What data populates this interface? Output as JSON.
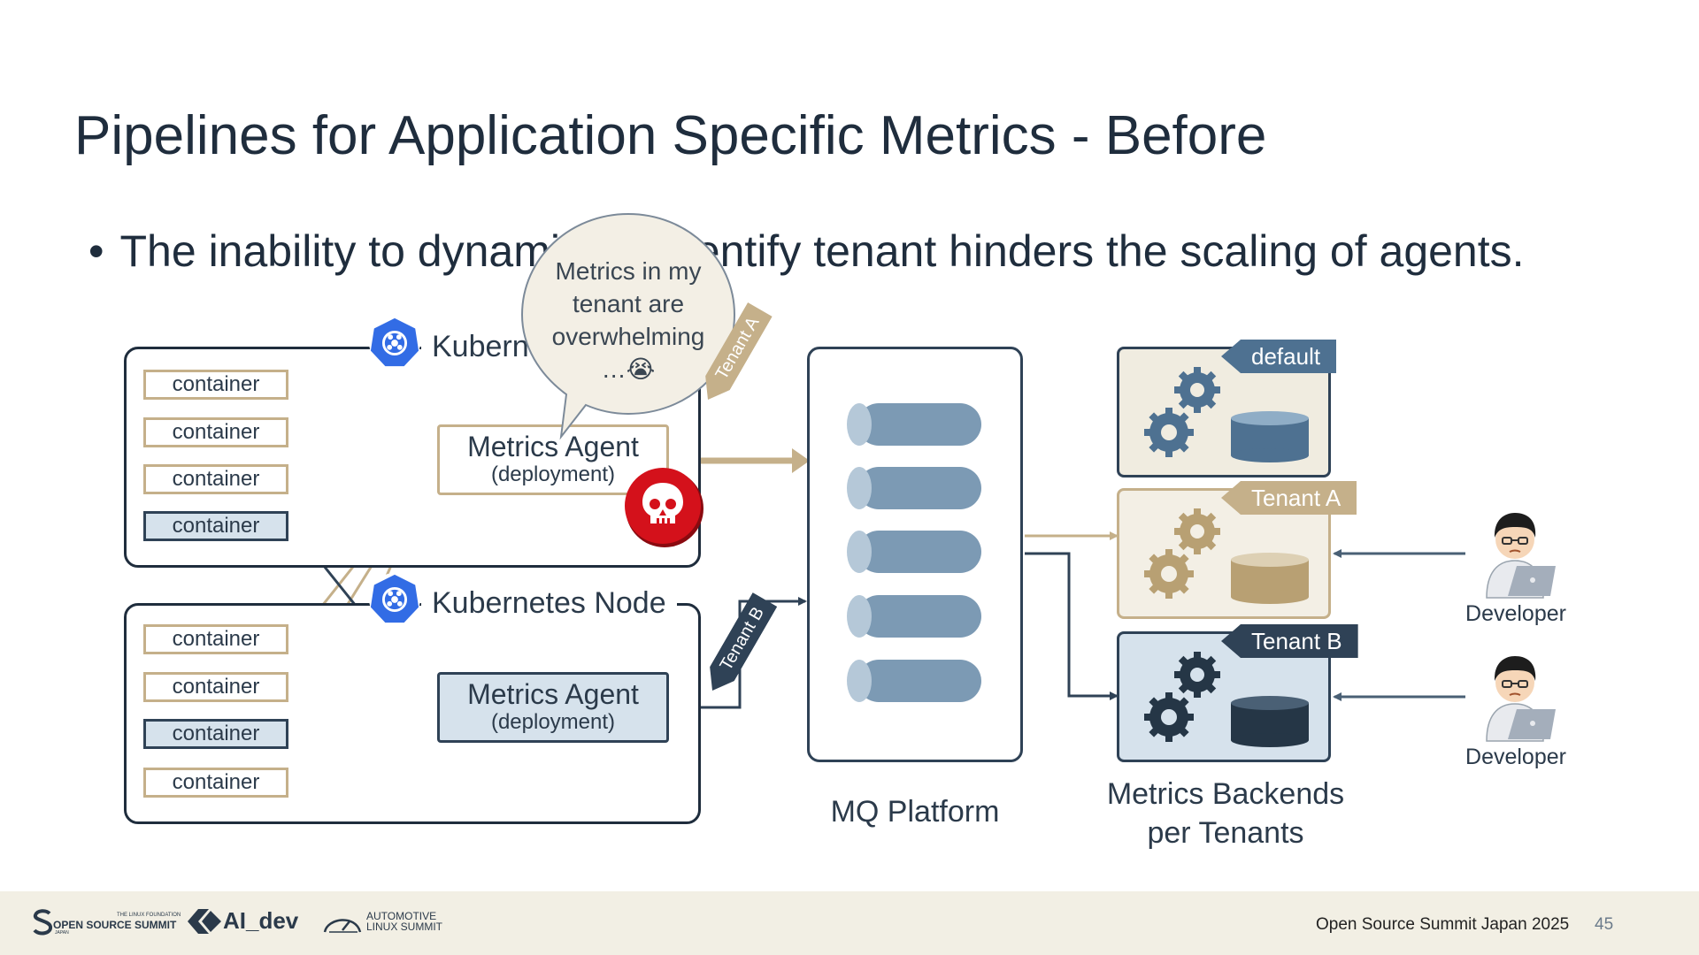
{
  "slide": {
    "title": "Pipelines for Application Specific Metrics - Before",
    "bullet": "The inability to dynamically identify tenant hinders the scaling of agents."
  },
  "nodes": [
    {
      "label": "Kubernetes Node",
      "containers": [
        "container",
        "container",
        "container",
        "container"
      ]
    },
    {
      "label": "Kubernetes Node",
      "containers": [
        "container",
        "container",
        "container",
        "container"
      ]
    }
  ],
  "agents": [
    {
      "name": "Metrics Agent",
      "type": "(deployment)"
    },
    {
      "name": "Metrics Agent",
      "type": "(deployment)"
    }
  ],
  "speech_bubble": {
    "line1": "Metrics in my",
    "line2": "tenant are",
    "line3": "overwhelming",
    "line4": "…😭"
  },
  "arrow_tags": {
    "tenant_a": "Tenant A",
    "tenant_b": "Tenant B"
  },
  "mq": {
    "label": "MQ Platform"
  },
  "backends": {
    "tags": [
      "default",
      "Tenant A",
      "Tenant B"
    ],
    "label_line1": "Metrics Backends",
    "label_line2": "per Tenants"
  },
  "developers": [
    "Developer",
    "Developer"
  ],
  "colors": {
    "tan": "#c5b08a",
    "dark": "#2f4256",
    "steel": "#7c9ab4",
    "alert": "#d4111b"
  },
  "icons": [
    "kubernetes-icon",
    "gear-icon",
    "database-icon",
    "skull-icon",
    "developer-icon"
  ],
  "footer": {
    "event": "Open Source Summit Japan 2025",
    "page": "45",
    "logo1_main": "OPEN SOURCE SUMMIT",
    "logo1_top": "THE LINUX FOUNDATION",
    "logo1_sub": "JAPAN",
    "logo2": "AI_dev",
    "logo3_line1": "AUTOMOTIVE",
    "logo3_line2": "LINUX SUMMIT"
  }
}
